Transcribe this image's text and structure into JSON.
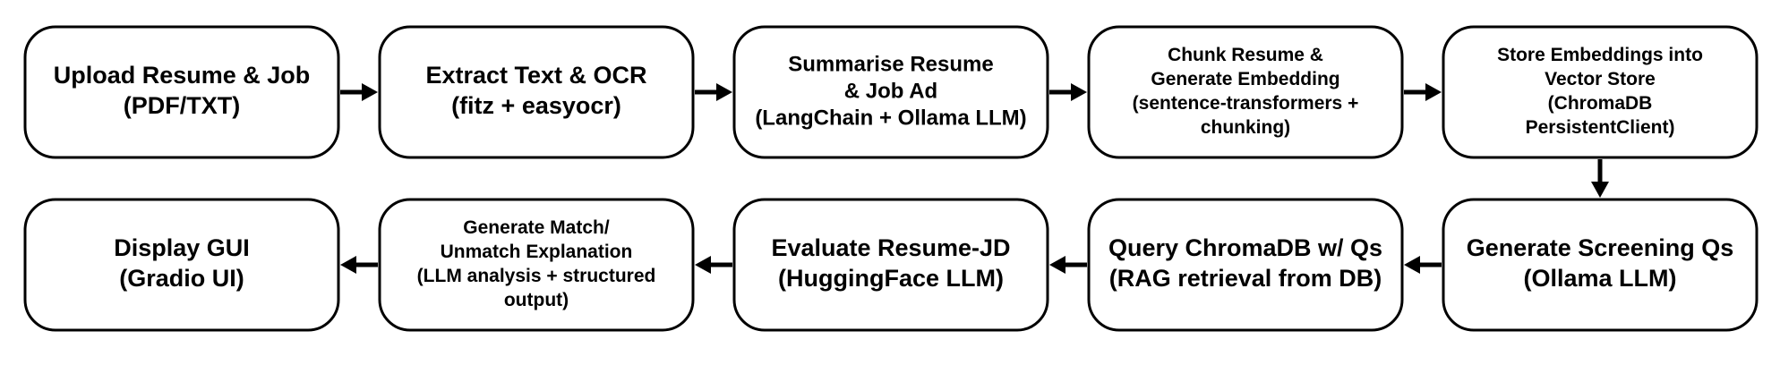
{
  "nodes": [
    {
      "id": "upload",
      "lines": [
        "Upload Resume & Job",
        "(PDF/TXT)"
      ]
    },
    {
      "id": "extract",
      "lines": [
        "Extract Text & OCR",
        "(fitz + easyocr)"
      ]
    },
    {
      "id": "summarise",
      "lines": [
        "Summarise Resume",
        "& Job Ad",
        "(LangChain + Ollama LLM)"
      ]
    },
    {
      "id": "chunk",
      "lines": [
        "Chunk Resume &",
        "Generate Embedding",
        "(sentence-transformers +",
        "chunking)"
      ]
    },
    {
      "id": "store",
      "lines": [
        "Store Embeddings into",
        "Vector Store",
        "(ChromaDB",
        "PersistentClient)"
      ]
    },
    {
      "id": "screening",
      "lines": [
        "Generate Screening Qs",
        "(Ollama LLM)"
      ]
    },
    {
      "id": "query",
      "lines": [
        "Query ChromaDB w/ Qs",
        "(RAG retrieval from DB)"
      ]
    },
    {
      "id": "evaluate",
      "lines": [
        "Evaluate Resume-JD",
        "(HuggingFace LLM)"
      ]
    },
    {
      "id": "explain",
      "lines": [
        "Generate Match/",
        "Unmatch Explanation",
        "(LLM analysis + structured",
        "output)"
      ]
    },
    {
      "id": "display",
      "lines": [
        "Display GUI",
        "(Gradio UI)"
      ]
    }
  ],
  "edges": [
    {
      "from": "upload",
      "to": "extract"
    },
    {
      "from": "extract",
      "to": "summarise"
    },
    {
      "from": "summarise",
      "to": "chunk"
    },
    {
      "from": "chunk",
      "to": "store"
    },
    {
      "from": "store",
      "to": "screening"
    },
    {
      "from": "screening",
      "to": "query"
    },
    {
      "from": "query",
      "to": "evaluate"
    },
    {
      "from": "evaluate",
      "to": "explain"
    },
    {
      "from": "explain",
      "to": "display"
    }
  ]
}
